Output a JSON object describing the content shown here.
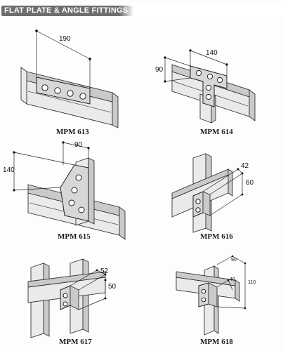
{
  "header": {
    "title": "FLAT PLATE & ANGLE FITTINGS"
  },
  "fittings": [
    {
      "code": "MPM 613",
      "dims": [
        "190"
      ]
    },
    {
      "code": "MPM 614",
      "dims": [
        "140",
        "90"
      ]
    },
    {
      "code": "MPM 615",
      "dims": [
        "90",
        "140"
      ]
    },
    {
      "code": "MPM 616",
      "dims": [
        "42",
        "60"
      ]
    },
    {
      "code": "MPM 617",
      "dims": [
        "52",
        "50"
      ]
    },
    {
      "code": "MPM 618",
      "dims": [
        "90",
        "40",
        "110"
      ]
    }
  ],
  "colors": {
    "banner": "#6d6e70",
    "plate": "#d6d7d9",
    "channel": "#e9eaeb"
  }
}
